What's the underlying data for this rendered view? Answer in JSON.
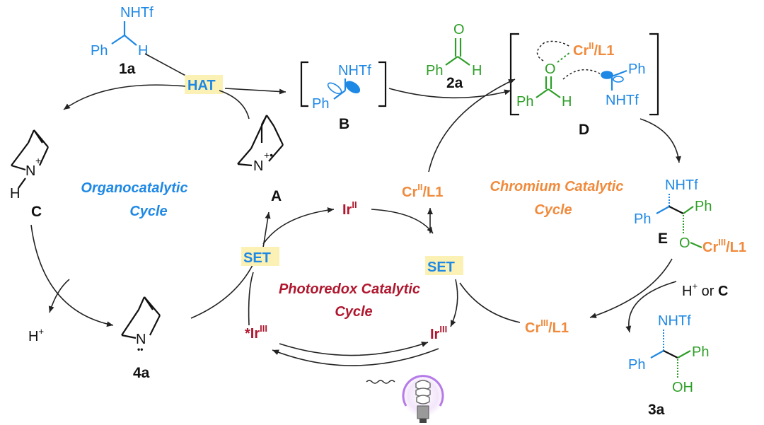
{
  "compounds": {
    "c1a": {
      "label": "1a",
      "nhtf": "NHTf",
      "ph": "Ph",
      "h": "H"
    },
    "c2a": {
      "label": "2a",
      "o": "O",
      "ph": "Ph",
      "h": "H"
    },
    "B": {
      "label": "B",
      "nhtf": "NHTf",
      "ph": "Ph"
    },
    "D": {
      "label": "D",
      "cr": "Cr",
      "cr_sup": "II",
      "cr_lig": "/L1",
      "o": "O",
      "ph_left": "Ph",
      "h": "H",
      "ph_right": "Ph",
      "nhtf": "NHTf"
    },
    "A": {
      "label": "A",
      "n": "N",
      "charge": "+•"
    },
    "C": {
      "label": "C",
      "n": "N",
      "plus": "+",
      "h": "H"
    },
    "c4a": {
      "label": "4a",
      "n": "N",
      "pair": "••"
    },
    "E": {
      "label": "E",
      "nhtf": "NHTf",
      "ph_left": "Ph",
      "ph_right": "Ph",
      "o": "O",
      "cr": "Cr",
      "cr_sup": "III",
      "cr_lig": "/L1"
    },
    "c3a": {
      "label": "3a",
      "nhtf": "NHTf",
      "ph_left": "Ph",
      "ph_right": "Ph",
      "oh": "OH"
    }
  },
  "cycles": {
    "organo_line1": "Organocatalytic",
    "organo_line2": "Cycle",
    "chromium_line1": "Chromium Catalytic",
    "chromium_line2": "Cycle",
    "photo_line1": "Photoredox Catalytic",
    "photo_line2": "Cycle"
  },
  "steps": {
    "hat": "HAT",
    "set_left": "SET",
    "set_right": "SET"
  },
  "species": {
    "ir2": {
      "base": "Ir",
      "sup": "II"
    },
    "ir3": {
      "base": "Ir",
      "sup": "III"
    },
    "ir3_excited": {
      "base": "*Ir",
      "sup": "III"
    },
    "cr2": {
      "base": "Cr",
      "sup": "II",
      "lig": "/L1"
    },
    "cr3": {
      "base": "Cr",
      "sup": "III",
      "lig": "/L1"
    },
    "proton": {
      "base": "H",
      "sup": "+"
    },
    "proton_source": {
      "base": "H",
      "sup": "+",
      "mid": " or ",
      "end": "C"
    }
  },
  "colors": {
    "blue": "#1E88E5",
    "green": "#2E9E28",
    "orange": "#F08A3C",
    "red": "#B0172E",
    "highlight": "#FCF1B5",
    "bulb_glow": "#B57BE8"
  },
  "icons": {
    "light": "light-bulb-icon"
  }
}
